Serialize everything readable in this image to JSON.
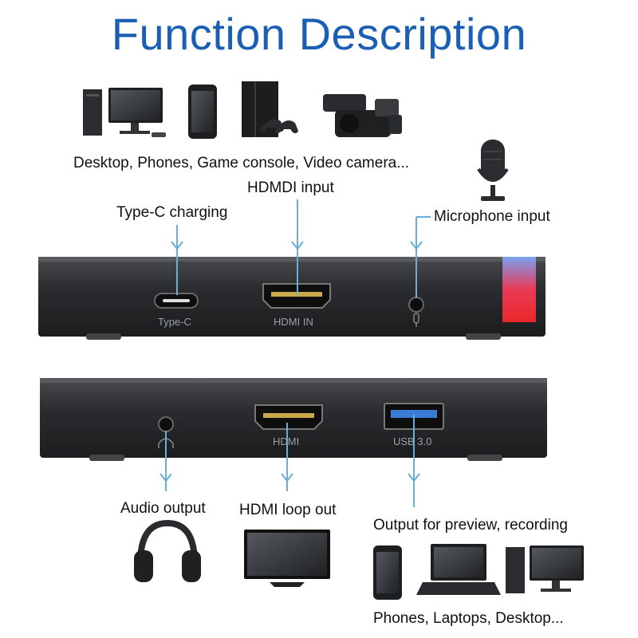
{
  "title": "Function Description",
  "top": {
    "sources_caption": "Desktop, Phones, Game console, Video camera...",
    "hdmi_input_label": "HDMDI input",
    "typec_label": "Type-C charging",
    "mic_label": "Microphone input",
    "port_typec": "Type-C",
    "port_hdmi_in": "HDMI IN"
  },
  "bottom": {
    "port_hdmi": "HDMI",
    "port_usb": "USB 3.0",
    "audio_label": "Audio output",
    "hdmi_loop_label": "HDMI loop out",
    "preview_label": "Output for preview, recording",
    "targets_caption": "Phones, Laptops, Desktop..."
  },
  "colors": {
    "title": "#1a5fb4",
    "arrow": "#6aaed6",
    "device": "#2a2b2e"
  }
}
